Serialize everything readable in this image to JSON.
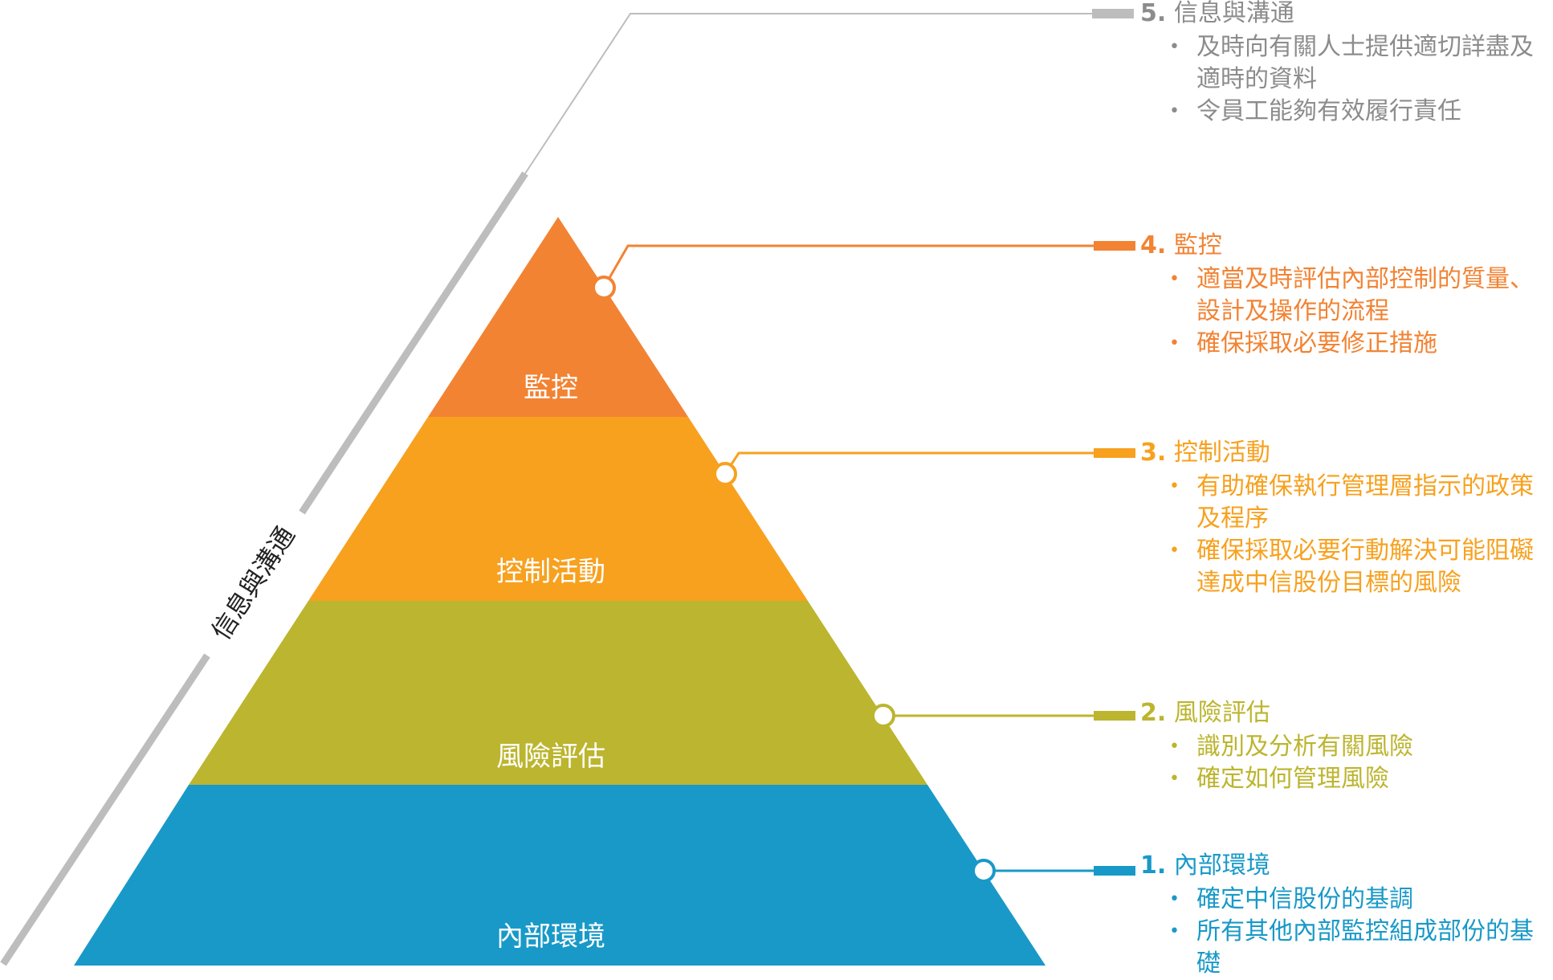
{
  "side_label": "信息與溝通",
  "tiers": [
    {
      "id": "monitoring",
      "label": "監控",
      "color": "#F28333"
    },
    {
      "id": "control-activities",
      "label": "控制活動",
      "color": "#F7A11F"
    },
    {
      "id": "risk-assessment",
      "label": "風險評估",
      "color": "#BCB52F"
    },
    {
      "id": "internal-environment",
      "label": "內部環境",
      "color": "#1999C8"
    }
  ],
  "panels": [
    {
      "id": "information-communication",
      "number": "5.",
      "title": "信息與溝通",
      "color": "#8C8C8C",
      "items": [
        "及時向有關人士提供適切詳盡及適時的資料",
        "令員工能夠有效履行責任"
      ]
    },
    {
      "id": "monitoring",
      "number": "4.",
      "title": "監控",
      "color": "#F28333",
      "items": [
        "適當及時評估內部控制的質量、設計及操作的流程",
        "確保採取必要修正措施"
      ]
    },
    {
      "id": "control-activities",
      "number": "3.",
      "title": "控制活動",
      "color": "#F7A11F",
      "items": [
        "有助確保執行管理層指示的政策及程序",
        "確保採取必要行動解決可能阻礙達成中信股份目標的風險"
      ]
    },
    {
      "id": "risk-assessment",
      "number": "2.",
      "title": "風險評估",
      "color": "#BCB52F",
      "items": [
        "識別及分析有關風險",
        "確定如何管理風險"
      ]
    },
    {
      "id": "internal-environment",
      "number": "1.",
      "title": "內部環境",
      "color": "#1999C8",
      "items": [
        "確定中信股份的基調",
        "所有其他內部監控組成部份的基礎"
      ]
    }
  ]
}
